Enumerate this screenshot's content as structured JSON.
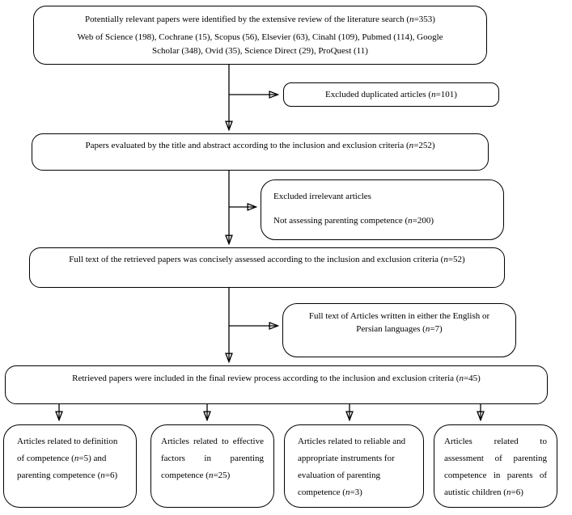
{
  "flow": {
    "identification": {
      "text": "Potentially relevant papers were identified by the extensive review of the literature search (n=353)",
      "sources": "Web of Science (198), Cochrane (15), Scopus (56), Elsevier (63), Cinahl (109), Pubmed (114), Google Scholar (348), Ovid (35), Science Direct (29), ProQuest (11)"
    },
    "excluded_duplicates": {
      "text": "Excluded duplicated articles (n=101)"
    },
    "screening": {
      "text": "Papers evaluated by the title and abstract according to the inclusion and exclusion criteria (n=252)"
    },
    "excluded_irrelevant": {
      "title": "Excluded irrelevant articles",
      "detail": "Not assessing parenting competence (n=200)"
    },
    "full_text": {
      "text": "Full text of the retrieved papers was concisely assessed according to the inclusion and exclusion criteria (n=52)"
    },
    "excluded_language": {
      "text": "Full text of Articles written in either the English or Persian languages (n=7)"
    },
    "included": {
      "text": "Retrieved papers were included in the final review process according to the inclusion and exclusion criteria (n=45)"
    },
    "categories": [
      {
        "text": "Articles related to definition of competence (n=5) and parenting competence (n=6)"
      },
      {
        "text": "Articles related to effective factors in parenting competence (n=25)"
      },
      {
        "text": "Articles related to reliable and appropriate instruments for evaluation of parenting competence (n=3)"
      },
      {
        "text": "Articles related to assessment of parenting competence in parents of autistic children (n=6)"
      }
    ]
  },
  "colors": {
    "border": "#000000",
    "text": "#000000",
    "background": "#ffffff"
  }
}
